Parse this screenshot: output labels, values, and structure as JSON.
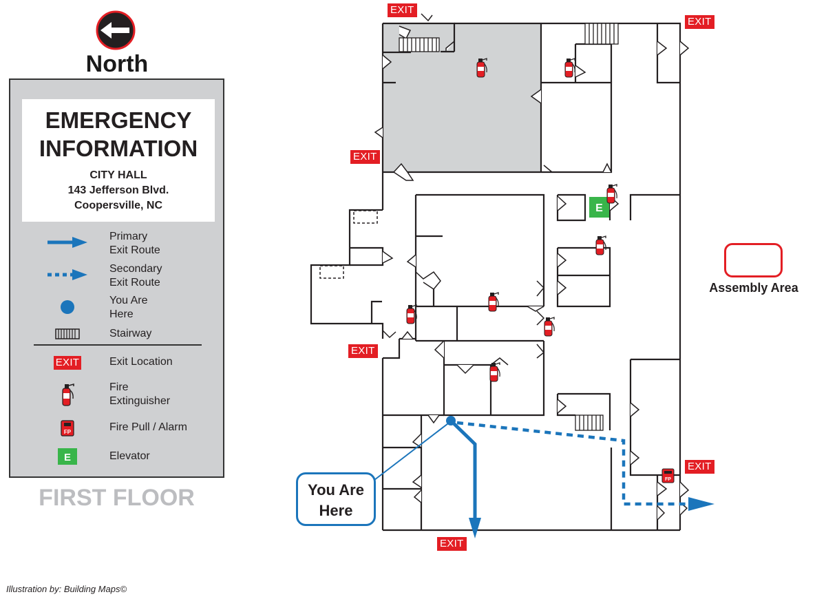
{
  "compass": {
    "label": "North",
    "icon": "arrow-left-icon"
  },
  "info": {
    "title_line1": "EMERGENCY",
    "title_line2": "INFORMATION",
    "building": "CITY HALL",
    "street": "143 Jefferson Blvd.",
    "city": "Coopersville, NC"
  },
  "legend": [
    {
      "icon": "solid-arrow-icon",
      "line1": "Primary",
      "line2": "Exit Route"
    },
    {
      "icon": "dashed-arrow-icon",
      "line1": "Secondary",
      "line2": "Exit Route"
    },
    {
      "icon": "dot-icon",
      "line1": "You Are",
      "line2": "Here"
    },
    {
      "icon": "stairway-icon",
      "line1": "Stairway",
      "line2": ""
    },
    {
      "icon": "exit-sign-icon",
      "line1": "Exit Location",
      "line2": ""
    },
    {
      "icon": "fire-extinguisher-icon",
      "line1": "Fire",
      "line2": "Extinguisher"
    },
    {
      "icon": "fire-pull-icon",
      "line1": "Fire Pull / Alarm",
      "line2": ""
    },
    {
      "icon": "elevator-icon",
      "line1": "Elevator",
      "line2": ""
    }
  ],
  "exit_label": "EXIT",
  "fire_pull_label": "FP",
  "elevator_label": "E",
  "floor_label": "FIRST FLOOR",
  "callout": {
    "line1": "You Are",
    "line2": "Here"
  },
  "assembly_label": "Assembly Area",
  "credit": "Illustration by:  Building Maps©",
  "colors": {
    "route_blue": "#1b75bb",
    "exit_red": "#e31e24",
    "elevator_green": "#39b54a",
    "panel_gray": "#cfd0d2",
    "room_gray": "#d1d3d4",
    "floor_label_gray": "#bcbdc0"
  }
}
